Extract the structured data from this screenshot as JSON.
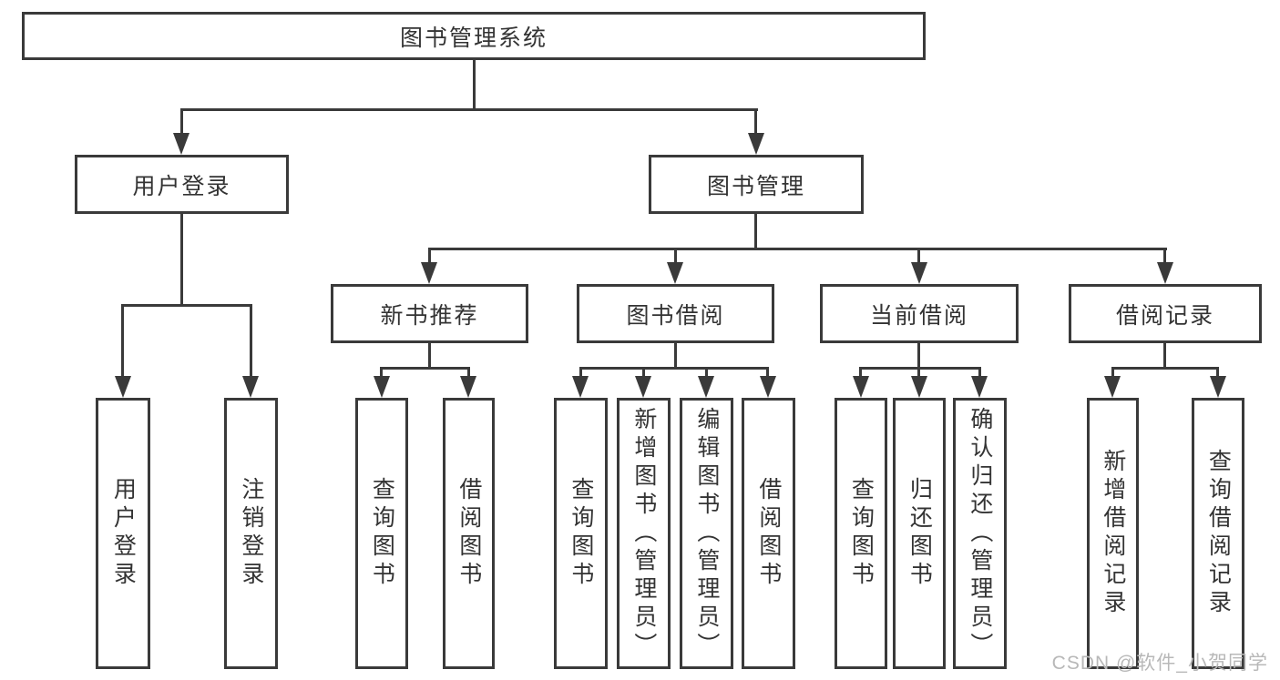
{
  "diagram": {
    "root": {
      "label": "图书管理系统"
    },
    "branches": [
      {
        "label": "用户登录",
        "leaves": [
          {
            "label": "用户登录"
          },
          {
            "label": "注销登录"
          }
        ]
      },
      {
        "label": "图书管理",
        "groups": [
          {
            "label": "新书推荐",
            "leaves": [
              {
                "label": "查询图书"
              },
              {
                "label": "借阅图书"
              }
            ]
          },
          {
            "label": "图书借阅",
            "leaves": [
              {
                "label": "查询图书"
              },
              {
                "label": "新增图书（管理员）"
              },
              {
                "label": "编辑图书（管理员）"
              },
              {
                "label": "借阅图书"
              }
            ]
          },
          {
            "label": "当前借阅",
            "leaves": [
              {
                "label": "查询图书"
              },
              {
                "label": "归还图书"
              },
              {
                "label": "确认归还（管理员）"
              }
            ]
          },
          {
            "label": "借阅记录",
            "leaves": [
              {
                "label": "新增借阅记录"
              },
              {
                "label": "查询借阅记录"
              }
            ]
          }
        ]
      }
    ]
  },
  "watermark": {
    "text": "CSDN @软件_小贺同学"
  },
  "colors": {
    "line": "#3a3a3a",
    "text": "#333333",
    "watermark": "#b8b8b8",
    "background": "#ffffff"
  }
}
